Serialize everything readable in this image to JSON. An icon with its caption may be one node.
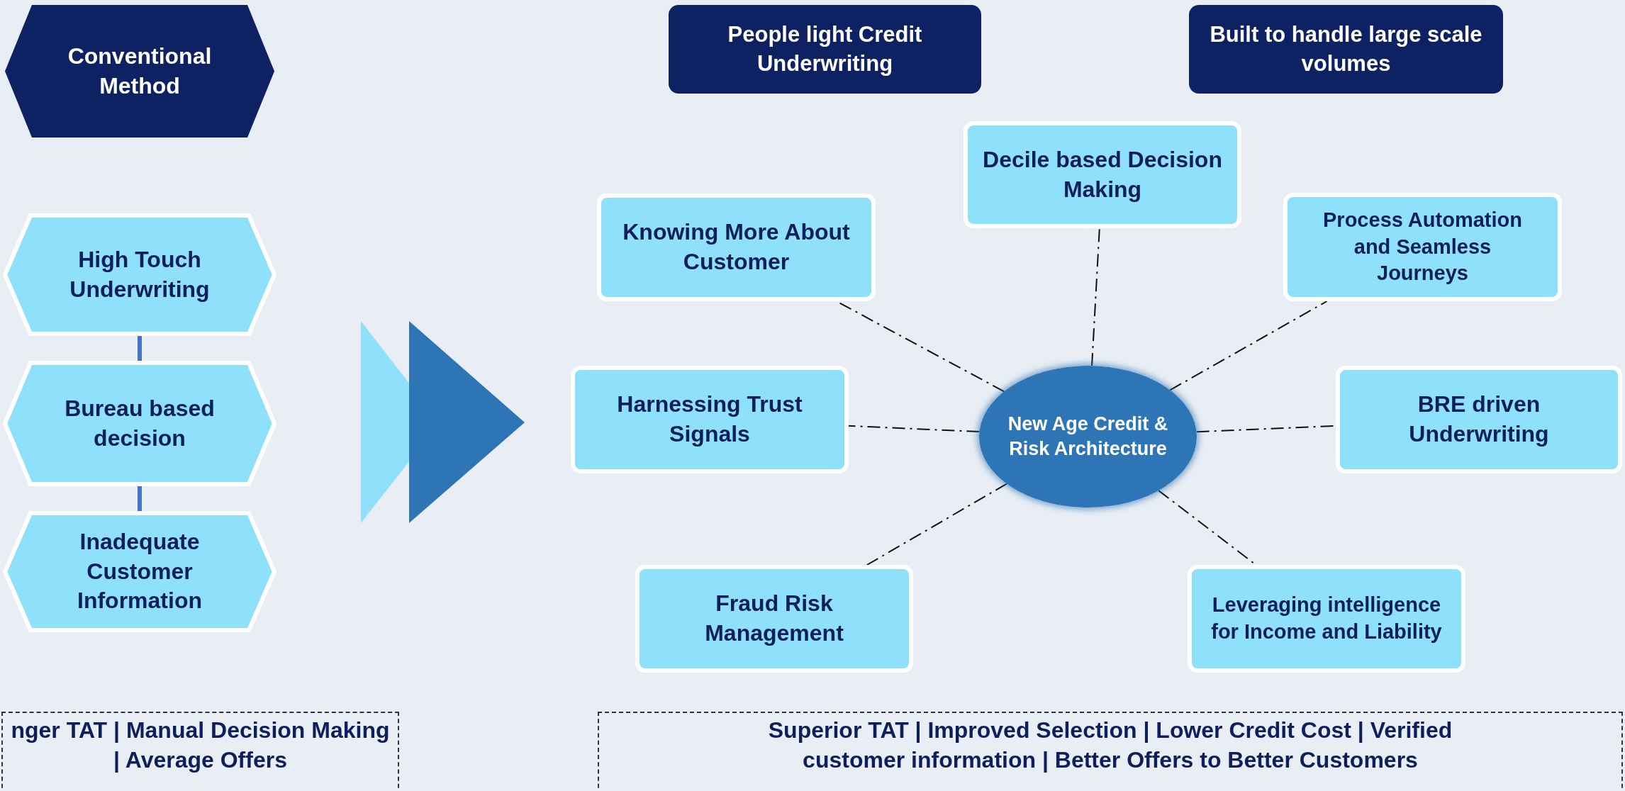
{
  "diagram": {
    "nodes": [
      {
        "text": [
          "Conventional Method"
        ]
      },
      {
        "text": [
          "High Touch Underwriting"
        ]
      },
      {
        "text": [
          "Bureau based decision"
        ]
      },
      {
        "text": [
          "Inadequate Customer Information"
        ]
      },
      {
        "text": [
          "People light Credit Underwriting"
        ]
      },
      {
        "text": [
          "Built to handle large scale volumes"
        ]
      },
      {
        "text": [
          "Decile based Decision Making"
        ]
      },
      {
        "text": [
          "Knowing More About Customer"
        ]
      },
      {
        "text": [
          "Process Automation and Seamless Journeys"
        ]
      },
      {
        "text": [
          "Harnessing Trust Signals"
        ]
      },
      {
        "text": [
          "New Age Credit & Risk Architecture"
        ]
      },
      {
        "text": [
          "BRE driven Underwriting"
        ]
      },
      {
        "text": [
          "Fraud Risk Management"
        ]
      },
      {
        "text": [
          "Leveraging intelligence for Income and Liability"
        ]
      },
      {
        "text": [
          "nger TAT | Manual Decision Making | Average Offers"
        ]
      },
      {
        "text": [
          "Superior TAT | Improved Selection | Lower Credit Cost | Verified customer information | Better Offers to Better Customers"
        ]
      }
    ],
    "edges": [
      {
        "from": 1,
        "to": 2,
        "arrow": "none",
        "style": "thick",
        "color": "#4472c4"
      },
      {
        "from": 2,
        "to": 3,
        "arrow": "none",
        "style": "thick",
        "color": "#4472c4"
      },
      {
        "from": 10,
        "to": 7,
        "arrow": "none",
        "style": "dashed"
      },
      {
        "from": 10,
        "to": 6,
        "arrow": "none",
        "style": "dashed"
      },
      {
        "from": 10,
        "to": 8,
        "arrow": "none",
        "style": "dashed"
      },
      {
        "from": 10,
        "to": 9,
        "arrow": "none",
        "style": "dashed"
      },
      {
        "from": 10,
        "to": 11,
        "arrow": "none",
        "style": "dashed"
      },
      {
        "from": 10,
        "to": 12,
        "arrow": "none",
        "style": "dashed"
      },
      {
        "from": 10,
        "to": 13,
        "arrow": "none",
        "style": "dashed"
      }
    ]
  }
}
